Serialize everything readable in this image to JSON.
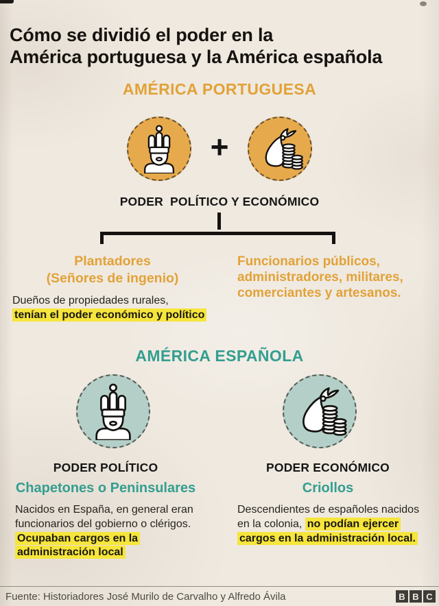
{
  "title": {
    "line1": "Cómo se dividió el poder en la",
    "line2": "América portuguesa y la América española"
  },
  "portuguese": {
    "heading": "AMÉRICA PORTUGUESA",
    "plus": "+",
    "power_label": "PODER  POLÍTICO Y ECONÓMICO",
    "icons": {
      "king": "king-political-power-icon",
      "money_bag": "money-bag-economic-power-icon"
    },
    "left": {
      "title_line1": "Plantadores",
      "title_line2": "(Señores de ingenio)",
      "body_normal": "Dueños de propiedades rurales,",
      "body_highlight": "tenían el poder económico y político"
    },
    "right": {
      "text": "Funcionarios públicos, administradores, militares, comerciantes y artesanos."
    }
  },
  "spanish": {
    "heading": "AMÉRICA ESPAÑOLA",
    "icons": {
      "king": "king-political-power-icon",
      "money_bag": "money-bag-economic-power-icon"
    },
    "left": {
      "power_label": "PODER POLÍTICO",
      "group_name": "Chapetones o Peninsulares",
      "body_normal": "Nacidos en España, en general eran funcionarios del gobierno o clérigos. ",
      "body_highlight": "Ocupaban cargos en la administración local"
    },
    "right": {
      "power_label": "PODER ECONÓMICO",
      "group_name": "Criollos",
      "body_normal": "Descendientes de españoles nacidos en la colonia, ",
      "body_highlight": "no podían ejercer cargos en la administración local."
    }
  },
  "footer": {
    "source": "Fuente: Historiadores José Murilo de Carvalho y Alfredo Ávila",
    "logo_letters": [
      "B",
      "B",
      "C"
    ]
  },
  "colors": {
    "gold_text": "#E2A238",
    "gold_circle": "#E6AA4D",
    "teal_text": "#339E90",
    "teal_circle": "#B3CFC8",
    "highlight": "#F6E53B",
    "background": "#EFE9E0",
    "text_dark": "#16130f"
  }
}
